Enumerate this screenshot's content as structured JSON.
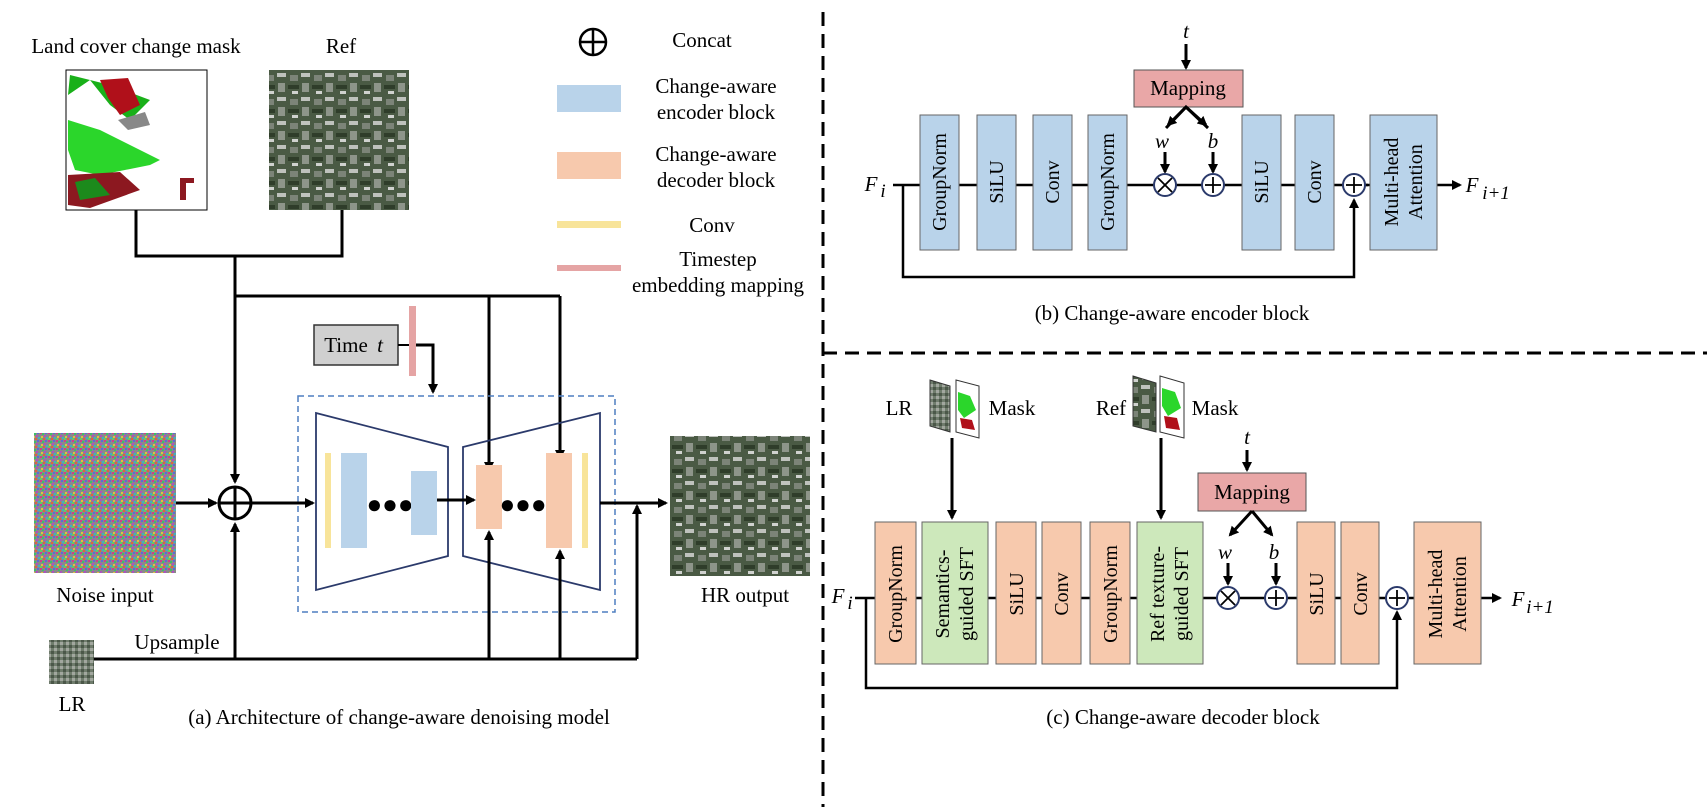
{
  "legend": {
    "concat": "Concat",
    "encoder_line1": "Change-aware",
    "encoder_line2": "encoder block",
    "decoder_line1": "Change-aware",
    "decoder_line2": "decoder block",
    "conv": "Conv",
    "timestep_line1": "Timestep",
    "timestep_line2": "embedding mapping"
  },
  "panel_a": {
    "mask_label": "Land cover change mask",
    "ref_label": "Ref",
    "time_label": "Time",
    "time_var": "t",
    "noise_label": "Noise input",
    "hr_label": "HR output",
    "upsample_label": "Upsample",
    "lr_label": "LR",
    "caption": "(a) Architecture of change-aware denoising model"
  },
  "panel_b": {
    "t_label": "t",
    "mapping": "Mapping",
    "w": "w",
    "b": "b",
    "f_in": "F",
    "f_in_sub": "i",
    "f_out": "F",
    "f_out_sub": "i+1",
    "blocks": {
      "groupnorm1": "GroupNorm",
      "silu1": "SiLU",
      "conv1": "Conv",
      "groupnorm2": "GroupNorm",
      "silu2": "SiLU",
      "conv2": "Conv",
      "attn_line1": "Multi-head",
      "attn_line2": "Attention"
    },
    "caption": "(b) Change-aware encoder block"
  },
  "panel_c": {
    "lr_label": "LR",
    "mask_label1": "Mask",
    "ref_label": "Ref",
    "mask_label2": "Mask",
    "t_label": "t",
    "mapping": "Mapping",
    "w": "w",
    "b": "b",
    "f_in": "F",
    "f_in_sub": "i",
    "f_out": "F",
    "f_out_sub": "i+1",
    "blocks": {
      "groupnorm1": "GroupNorm",
      "sem_line1": "Semantics-",
      "sem_line2": "guided SFT",
      "silu1": "SiLU",
      "conv1": "Conv",
      "groupnorm2": "GroupNorm",
      "ref_line1": "Ref texture-",
      "ref_line2": "guided SFT",
      "silu2": "SiLU",
      "conv2": "Conv",
      "attn_line1": "Multi-head",
      "attn_line2": "Attention"
    },
    "caption": "(c) Change-aware decoder block"
  },
  "colors": {
    "encoder": "#b9d3ea",
    "decoder": "#f7c9ad",
    "conv": "#f8e49a",
    "timestep": "#e5a4a4",
    "mapping": "#e9a7a7",
    "sft": "#cde8bb",
    "edge": "#2b3a6b",
    "dashed_box": "#4f7fc0"
  }
}
